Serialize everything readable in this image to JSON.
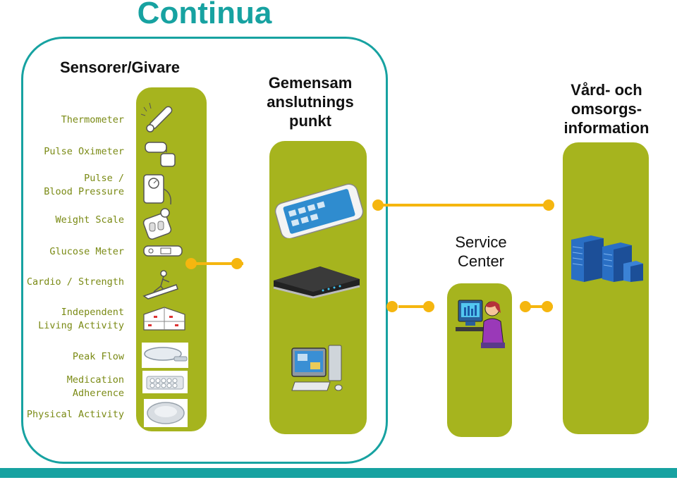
{
  "title": "Continua",
  "sections": {
    "sensors_header": "Sensorer/Givare",
    "gateway_header_line1": "Gemensam",
    "gateway_header_line2": "anslutnings",
    "gateway_header_line3": "punkt",
    "care_header_line1": "Vård- och",
    "care_header_line2": "omsorgs-",
    "care_header_line3": "information",
    "service_line1": "Service",
    "service_line2": "Center"
  },
  "sensors": [
    {
      "l1": "Thermometer",
      "l2": ""
    },
    {
      "l1": "Pulse Oximeter",
      "l2": ""
    },
    {
      "l1": "Pulse /",
      "l2": "Blood Pressure"
    },
    {
      "l1": "Weight Scale",
      "l2": ""
    },
    {
      "l1": "Glucose Meter",
      "l2": ""
    },
    {
      "l1": "Cardio / Strength",
      "l2": ""
    },
    {
      "l1": "Independent",
      "l2": "Living Activity"
    },
    {
      "l1": "Peak Flow",
      "l2": ""
    },
    {
      "l1": "Medication",
      "l2": "Adherence"
    },
    {
      "l1": "Physical Activity",
      "l2": ""
    }
  ],
  "icons": [
    "thermometer-icon",
    "pulse-oximeter-icon",
    "blood-pressure-icon",
    "weight-scale-icon",
    "glucose-meter-icon",
    "cardio-icon",
    "home-activity-icon",
    "peak-flow-icon",
    "medication-icon",
    "activity-monitor-icon",
    "smartphone-icon",
    "router-icon",
    "desktop-computer-icon",
    "service-agent-icon",
    "server-icon"
  ],
  "colors": {
    "accent": "#17a2a1",
    "panel": "#a6b41e",
    "connector": "#f5b60f",
    "sensor_text": "#7a8a14"
  }
}
